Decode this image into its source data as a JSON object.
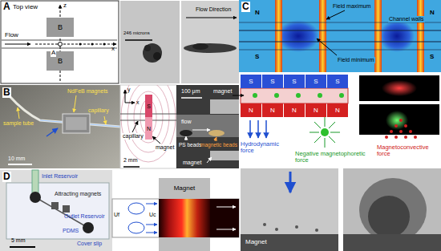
{
  "diagram": {
    "nodes": [
      {
        "text": [
          "B"
        ]
      },
      {
        "text": [
          "B"
        ]
      },
      {
        "text": [
          "S"
        ]
      },
      {
        "text": [
          "N"
        ]
      },
      {
        "text": [
          "S"
        ]
      },
      {
        "text": [
          "S"
        ]
      },
      {
        "text": [
          "S"
        ]
      },
      {
        "text": [
          "S"
        ]
      },
      {
        "text": [
          "S"
        ]
      },
      {
        "text": [
          "N"
        ]
      },
      {
        "text": [
          "N"
        ]
      },
      {
        "text": [
          "N"
        ]
      },
      {
        "text": [
          "N"
        ]
      },
      {
        "text": [
          "N"
        ]
      },
      {
        "text": [
          "Magnet"
        ]
      }
    ],
    "labels": [
      "A",
      "Top view",
      "z",
      "x",
      "Flow",
      "A",
      "246 microns",
      "Flow Direction",
      "B",
      "sample tube",
      "NdFeB magnets",
      "capillary",
      "10 mm",
      "y",
      "x",
      "capillary",
      "magnet",
      "2 mm",
      "100 μm",
      "flow",
      "magnet",
      "PS beads",
      "magnetic beads",
      "magnet",
      "C",
      "N",
      "N",
      "S",
      "S",
      "Field maximum",
      "Channel walls",
      "Field minimum",
      "Hydrodynamic force",
      "Magnetoconvective force",
      "Negative magnetophoretic force",
      "Magnet",
      "D",
      "Inlet Reservoir",
      "Attracting magnets",
      "Outlet Reservoir",
      "5 mm",
      "PDMS",
      "Cover slip",
      "Uf",
      "Uc"
    ]
  }
}
